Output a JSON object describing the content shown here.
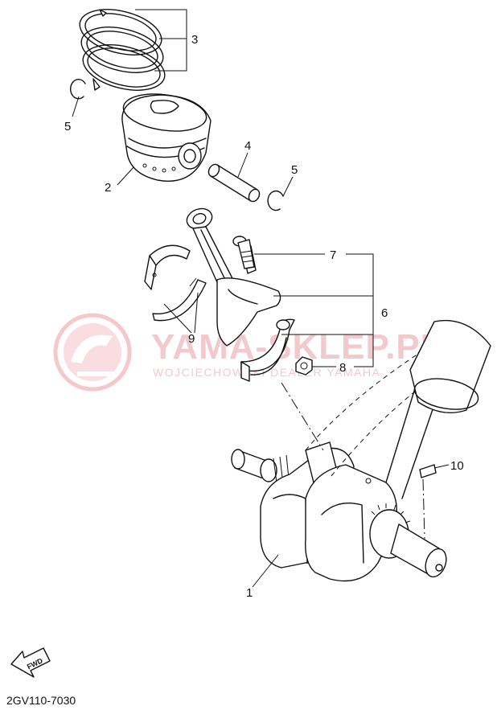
{
  "watermark": {
    "brand": "YAMA-SKLEP.PL",
    "subtitle": "WOJCIECHOWSKI DEALER YAMAHA"
  },
  "callouts": [
    {
      "id": "1",
      "text": "1"
    },
    {
      "id": "2",
      "text": "2"
    },
    {
      "id": "3",
      "text": "3"
    },
    {
      "id": "4",
      "text": "4"
    },
    {
      "id": "5a",
      "text": "5"
    },
    {
      "id": "5b",
      "text": "5"
    },
    {
      "id": "6",
      "text": "6"
    },
    {
      "id": "7",
      "text": "7"
    },
    {
      "id": "8",
      "text": "8"
    },
    {
      "id": "9",
      "text": "9"
    },
    {
      "id": "10",
      "text": "10"
    }
  ],
  "fwd_label": "FWD",
  "diagram_code": "2GV110-7030"
}
